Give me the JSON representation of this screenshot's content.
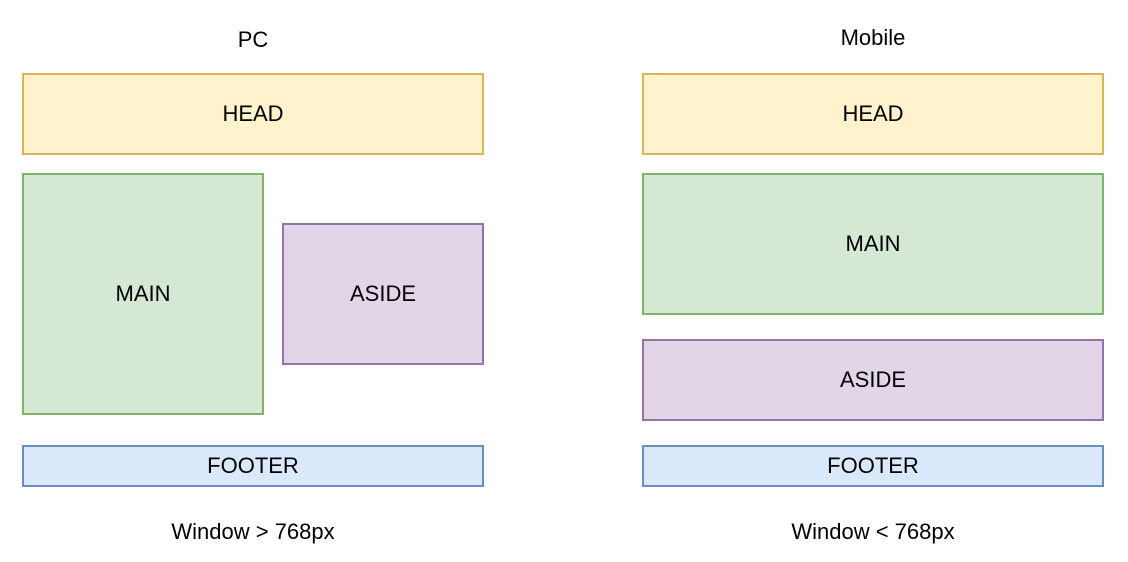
{
  "pc": {
    "title": "PC",
    "head": "HEAD",
    "main": "MAIN",
    "aside": "ASIDE",
    "footer": "FOOTER",
    "caption": "Window > 768px"
  },
  "mobile": {
    "title": "Mobile",
    "head": "HEAD",
    "main": "MAIN",
    "aside": "ASIDE",
    "footer": "FOOTER",
    "caption": "Window < 768px"
  },
  "colors": {
    "head_fill": "#fff2cc",
    "head_stroke": "#d6b656",
    "main_fill": "#d5e8d4",
    "main_stroke": "#82b366",
    "aside_fill": "#e1d5e7",
    "aside_stroke": "#9673a6",
    "footer_fill": "#dae8fc",
    "footer_stroke": "#6c8ebf"
  }
}
